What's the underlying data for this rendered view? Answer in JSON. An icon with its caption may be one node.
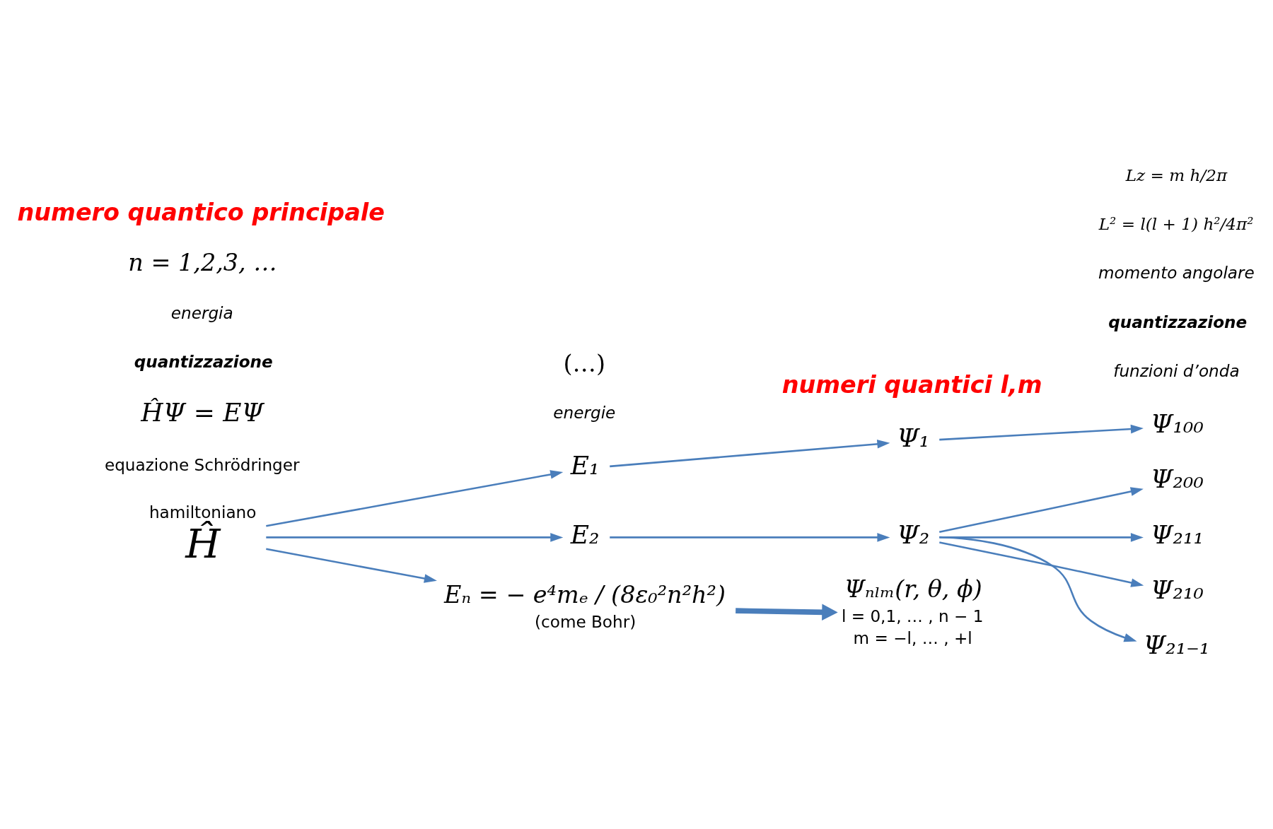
{
  "diagram": {
    "nodes": [
      {
        "text": [
          "Ĥ"
        ],
        "beside": [
          "hamiltoniano"
        ]
      },
      {
        "text": [
          "E₁"
        ]
      },
      {
        "text": [
          "Ψ₁"
        ]
      },
      {
        "text": [
          "Ψ₁₀₀"
        ]
      },
      {
        "text": [
          "E₂"
        ]
      },
      {
        "text": [
          "Ψ₂"
        ]
      },
      {
        "text": [
          "Ψ₂₀₀"
        ]
      },
      {
        "text": [
          "Ψ₂₁₁"
        ]
      },
      {
        "text": [
          "Ψ₂₁₀"
        ]
      },
      {
        "text": [
          "Ψ₂₁₋₁"
        ]
      },
      {
        "text": [
          "Eₙ = − e⁴mₑ / (8ε₀²n²h²)"
        ],
        "beside": [
          "(come Bohr)"
        ]
      },
      {
        "text": [
          "Ψₙₗₘ(r, θ, ϕ)"
        ],
        "beside": [
          "l = 0,1, … , n − 1",
          "m = −l, … , +l"
        ]
      }
    ],
    "edges": [
      {
        "from": 0,
        "to": 1,
        "arrow": "to"
      },
      {
        "from": 0,
        "to": 4,
        "arrow": "to"
      },
      {
        "from": 0,
        "to": 10,
        "arrow": "to"
      },
      {
        "from": 1,
        "to": 2,
        "arrow": "to"
      },
      {
        "from": 2,
        "to": 3,
        "arrow": "to"
      },
      {
        "from": 4,
        "to": 5,
        "arrow": "to"
      },
      {
        "from": 5,
        "to": 6,
        "arrow": "to"
      },
      {
        "from": 5,
        "to": 7,
        "arrow": "to"
      },
      {
        "from": 5,
        "to": 8,
        "arrow": "to"
      },
      {
        "from": 5,
        "to": 9,
        "arrow": "to"
      },
      {
        "from": 10,
        "to": 11,
        "arrow": "to",
        "style": "thick"
      }
    ],
    "labels": [
      "energie",
      "funzioni d’onda",
      "equazione Schrödringer",
      "ĤΨ = EΨ",
      "quantizzazione",
      "momento angolare",
      "L² = l(l + 1) h²/4π²",
      "Lz = m h/2π",
      "quantizzazione",
      "energia",
      "n = 1,2,3, …",
      "numero quantico principale",
      "(…)",
      "numeri quantici l,m"
    ]
  }
}
